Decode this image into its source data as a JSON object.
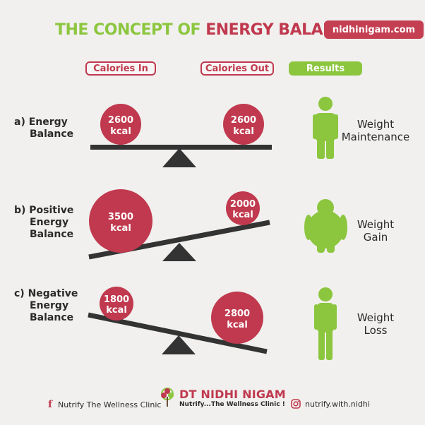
{
  "header": {
    "title_part1": "THE CONCEPT OF ",
    "title_part2": "ENERGY BALANCE",
    "website": "nidhinigam.com"
  },
  "columns": {
    "calories_in": "Calories In",
    "calories_out": "Calories Out",
    "results": "Results"
  },
  "rows": [
    {
      "label_line1": "a) Energy",
      "label_line2": "Balance",
      "label_line3": "",
      "in_value": "2600",
      "in_unit": "kcal",
      "out_value": "2600",
      "out_unit": "kcal",
      "result": "Weight\nMaintenance"
    },
    {
      "label_line1": "b) Positive",
      "label_line2": "Energy",
      "label_line3": "Balance",
      "in_value": "3500",
      "in_unit": "kcal",
      "out_value": "2000",
      "out_unit": "kcal",
      "result": "Weight\nGain"
    },
    {
      "label_line1": "c) Negative",
      "label_line2": "Energy",
      "label_line3": "Balance",
      "in_value": "1800",
      "in_unit": "kcal",
      "out_value": "2800",
      "out_unit": "kcal",
      "result": "Weight\nLoss"
    }
  ],
  "footer": {
    "facebook_text": "Nutrify The Wellness Clinic",
    "brand_name": "DT NIDHI NIGAM",
    "brand_tagline": "Nutrify...The Wellness Clinic !",
    "instagram_text": "nutrify.with.nidhi"
  },
  "colors": {
    "accent_red": "#c0394e",
    "accent_green": "#8cc63f",
    "beam": "#333333"
  }
}
